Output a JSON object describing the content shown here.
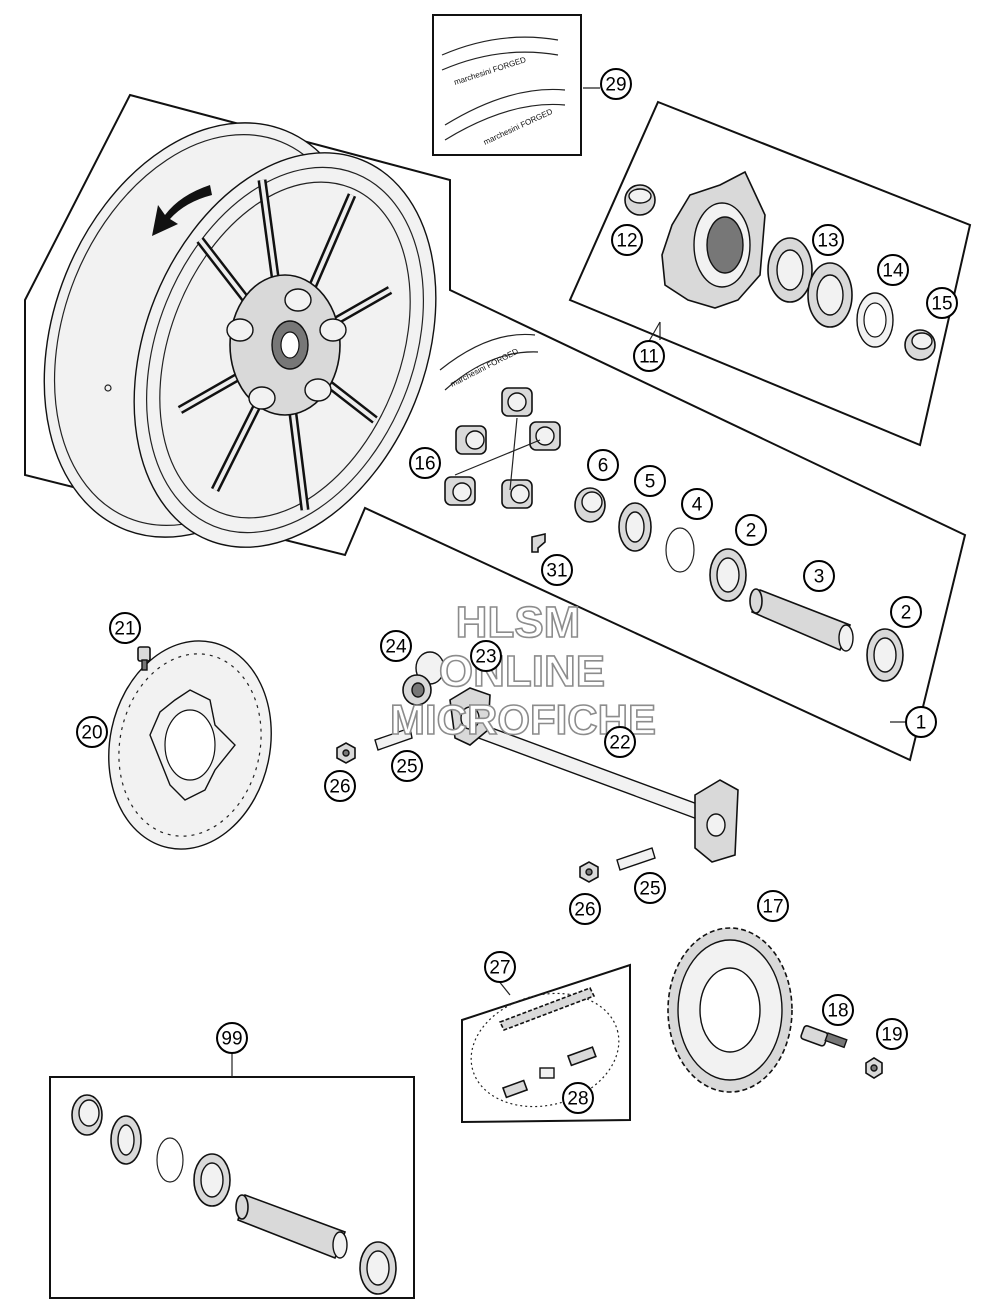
{
  "diagram": {
    "callouts": [
      "1",
      "2",
      "2",
      "3",
      "4",
      "5",
      "6",
      "11",
      "12",
      "13",
      "14",
      "15",
      "16",
      "17",
      "18",
      "19",
      "20",
      "21",
      "22",
      "23",
      "24",
      "25",
      "25",
      "26",
      "26",
      "27",
      "28",
      "29",
      "31",
      "99"
    ],
    "decal_text": [
      "marchesini FORGED",
      "marchesini FORGED",
      "marchesini FORGED"
    ],
    "watermark": [
      "HLSM",
      "ONLINE",
      "MICROFICHE"
    ]
  }
}
